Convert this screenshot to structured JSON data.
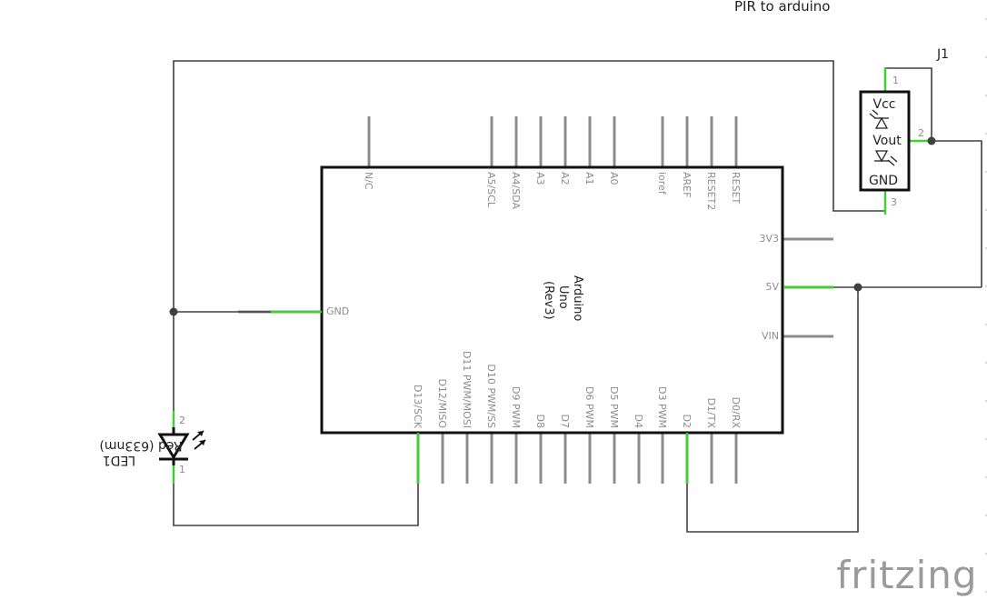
{
  "title": "PIR to arduino",
  "arduino": {
    "name_lines": [
      "Arduino",
      "Uno",
      "(Rev3)"
    ],
    "top_pins": [
      "N/C",
      "A5/SCL",
      "A4/SDA",
      "A3",
      "A2",
      "A1",
      "A0",
      "ioref",
      "AREF",
      "RESET2",
      "RESET"
    ],
    "bottom_pins": [
      "D13/SCK",
      "D12/MISO",
      "D11 PWM/MOSI",
      "D10 PWM/SS",
      "D9 PWM",
      "D8",
      "D7",
      "D6 PWM",
      "D5 PWM",
      "D4",
      "D3 PWM",
      "D2",
      "D1/TX",
      "D0/RX"
    ],
    "left_pins": [
      "GND"
    ],
    "right_pins": [
      "3V3",
      "5V",
      "VIN"
    ]
  },
  "sensor": {
    "ref": "J1",
    "pins": [
      "Vcc",
      "Vout",
      "GND"
    ],
    "pin_numbers": [
      "1",
      "2",
      "3"
    ]
  },
  "led": {
    "ref": "LED1",
    "value": "Red (633nm)",
    "pin_numbers": [
      "2",
      "1"
    ]
  },
  "logo": "fritzing",
  "colors": {
    "wire": "#404040",
    "connection": "#3fd22e",
    "pin": "#8c8c8c",
    "logo": "#9a9a9a"
  }
}
